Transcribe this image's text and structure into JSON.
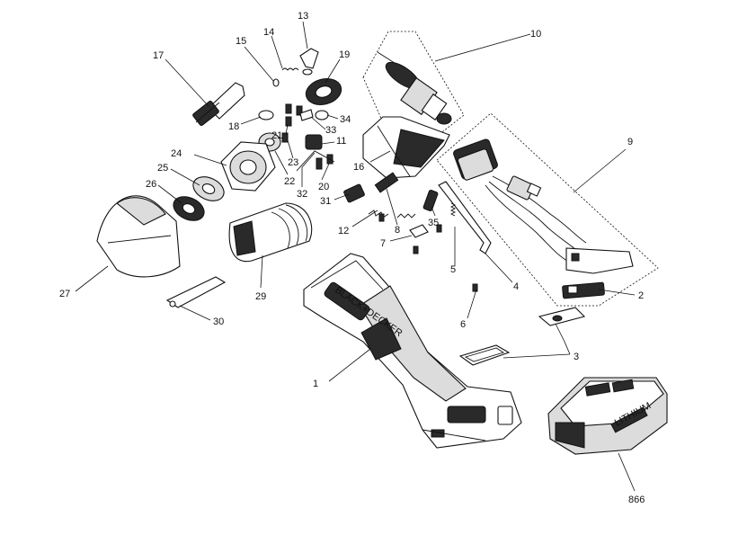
{
  "callouts": [
    {
      "id": "1",
      "text": "1"
    },
    {
      "id": "2",
      "text": "2"
    },
    {
      "id": "3",
      "text": "3"
    },
    {
      "id": "4",
      "text": "4"
    },
    {
      "id": "5",
      "text": "5"
    },
    {
      "id": "6",
      "text": "6"
    },
    {
      "id": "7",
      "text": "7"
    },
    {
      "id": "8",
      "text": "8"
    },
    {
      "id": "9",
      "text": "9"
    },
    {
      "id": "10",
      "text": "10"
    },
    {
      "id": "11",
      "text": "11"
    },
    {
      "id": "12",
      "text": "12"
    },
    {
      "id": "13",
      "text": "13"
    },
    {
      "id": "14",
      "text": "14"
    },
    {
      "id": "15",
      "text": "15"
    },
    {
      "id": "16",
      "text": "16"
    },
    {
      "id": "17",
      "text": "17"
    },
    {
      "id": "18",
      "text": "18"
    },
    {
      "id": "19",
      "text": "19"
    },
    {
      "id": "20",
      "text": "20"
    },
    {
      "id": "21",
      "text": "21"
    },
    {
      "id": "22",
      "text": "22"
    },
    {
      "id": "23",
      "text": "23"
    },
    {
      "id": "24",
      "text": "24"
    },
    {
      "id": "25",
      "text": "25"
    },
    {
      "id": "26",
      "text": "26"
    },
    {
      "id": "27",
      "text": "27"
    },
    {
      "id": "29",
      "text": "29"
    },
    {
      "id": "30",
      "text": "30"
    },
    {
      "id": "31",
      "text": "31"
    },
    {
      "id": "32",
      "text": "32"
    },
    {
      "id": "33",
      "text": "33"
    },
    {
      "id": "34",
      "text": "34"
    },
    {
      "id": "35",
      "text": "35"
    },
    {
      "id": "866",
      "text": "866"
    }
  ],
  "product_marks": {
    "brand_logo": "BLACK+DECKER",
    "battery_label": "LITHIUM",
    "handle_label": "BLACK+DECKER"
  }
}
